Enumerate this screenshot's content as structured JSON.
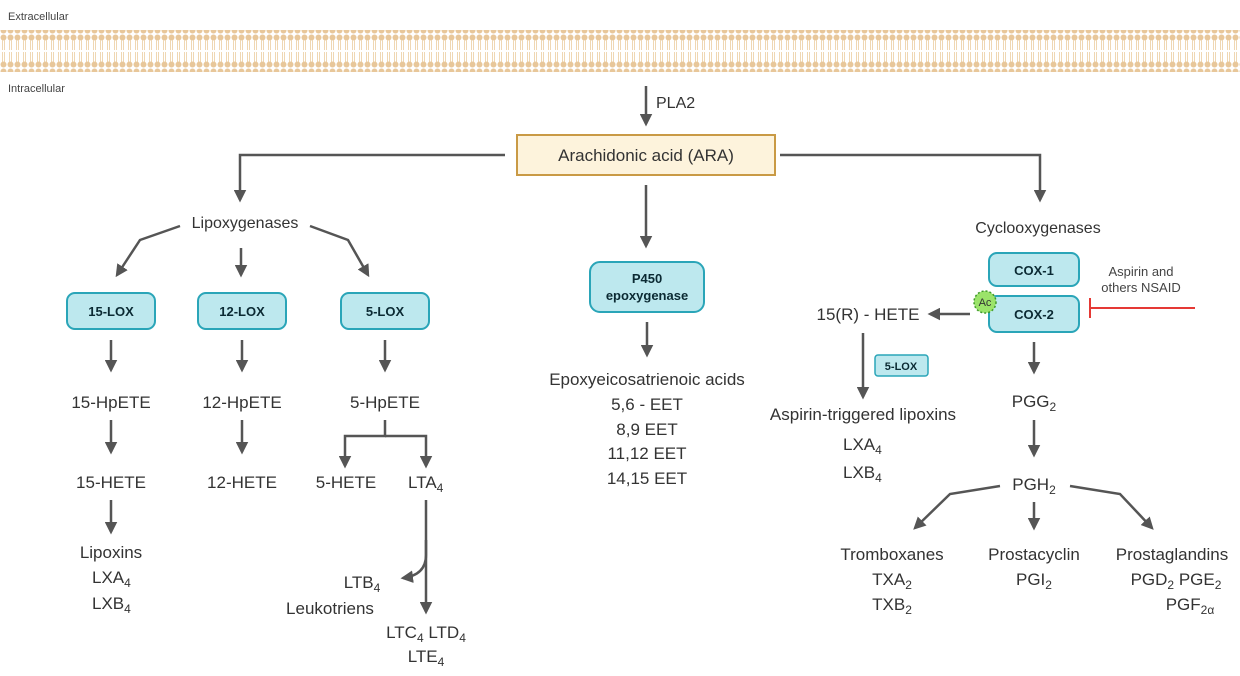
{
  "membrane": {
    "extracellular": "Extracellular",
    "intracellular": "Intracellular"
  },
  "pla2": "PLA2",
  "ara": "Arachidonic acid (ARA)",
  "lox": {
    "title": "Lipoxygenases",
    "lox15": "15-LOX",
    "lox12": "12-LOX",
    "lox5": "5-LOX",
    "hpete15": "15-HpETE",
    "hpete12": "12-HpETE",
    "hpete5": "5-HpETE",
    "hete15": "15-HETE",
    "hete12": "12-HETE",
    "hete5": "5-HETE",
    "lta": "LTA",
    "lta_sub": "4",
    "lipoxins": "Lipoxins",
    "lxa": "LXA",
    "lxa_sub": "4",
    "lxb": "LXB",
    "lxb_sub": "4",
    "ltb": "LTB",
    "ltb_sub": "4",
    "leukotriens": "Leukotriens",
    "ltc": "LTC",
    "ltc_sub": "4",
    "ltd": "LTD",
    "ltd_sub": "4",
    "lte": "LTE",
    "lte_sub": "4"
  },
  "p450": {
    "box_line1": "P450",
    "box_line2": "epoxygenase",
    "products": "Epoxyeicosatrienoic acids",
    "eet1": "5,6 - EET",
    "eet2": "8,9 EET",
    "eet3": "11,12 EET",
    "eet4": "14,15 EET"
  },
  "cox": {
    "title": "Cyclooxygenases",
    "cox1": "COX-1",
    "cox2": "COX-2",
    "ac": "Ac",
    "inhibitor_line1": "Aspirin and",
    "inhibitor_line2": "others NSAID",
    "hete15r": "15(R) - HETE",
    "lox5": "5-LOX",
    "atl": "Aspirin-triggered lipoxins",
    "lxa": "LXA",
    "lxa_sub": "4",
    "lxb": "LXB",
    "lxb_sub": "4",
    "pgg": "PGG",
    "pgg_sub": "2",
    "pgh": "PGH",
    "pgh_sub": "2",
    "tromboxanes": "Tromboxanes",
    "txa": "TXA",
    "txa_sub": "2",
    "txb": "TXB",
    "txb_sub": "2",
    "prostacyclin": "Prostacyclin",
    "pgi": "PGI",
    "pgi_sub": "2",
    "prostaglandins": "Prostaglandins",
    "pgd": "PGD",
    "pgd_sub": "2",
    "pge": "PGE",
    "pge_sub": "2",
    "pgf": "PGF",
    "pgf_sub": "2α"
  },
  "colors": {
    "arrow": "#555555",
    "enzyme_fill": "#bde8ee",
    "enzyme_stroke": "#2aa5b8",
    "ara_fill": "#fdf3dc",
    "ara_stroke": "#c99a45",
    "membrane": "#e8c79a",
    "inhibitor": "#e53935",
    "acetyl": "#9be36a"
  }
}
